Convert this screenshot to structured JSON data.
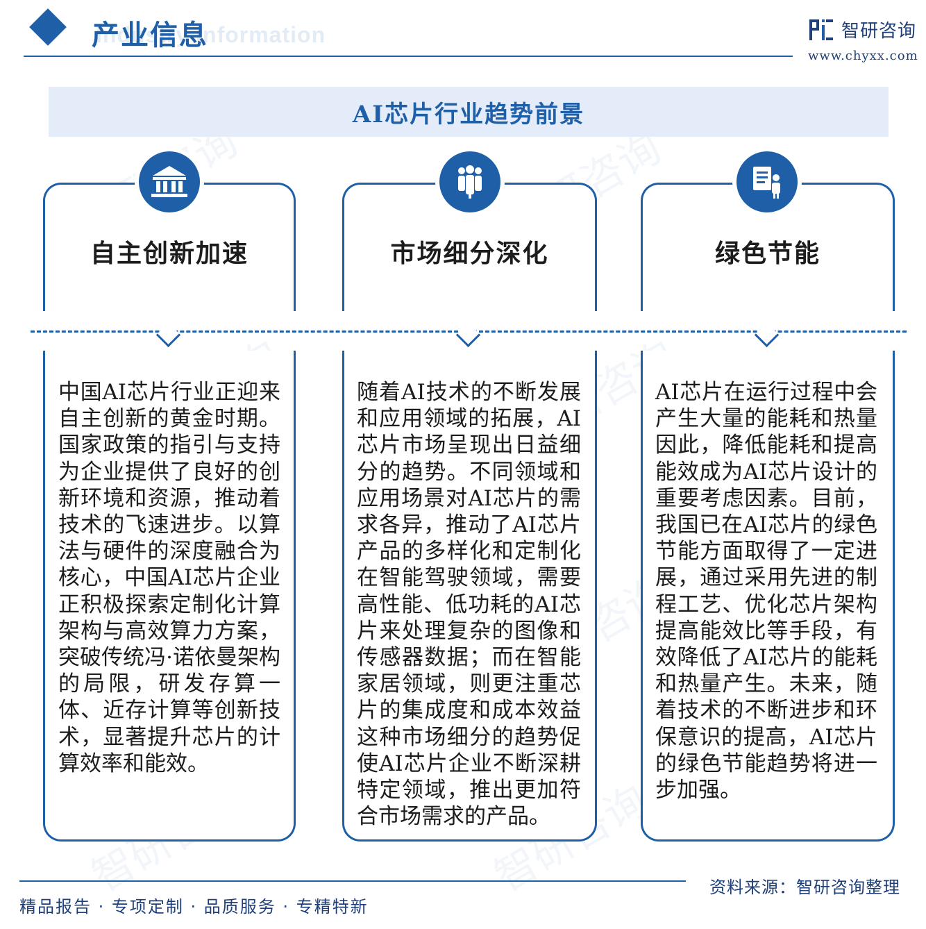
{
  "header": {
    "title": "产业信息",
    "title_en": "Industry Information",
    "logo_name": "智研咨询",
    "logo_url": "www.chyxx.com"
  },
  "banner": {
    "title": "AI芯片行业趋势前景"
  },
  "columns": [
    {
      "icon": "bank-icon",
      "title": "自主创新加速",
      "text": "中国AI芯片行业正迎来自主创新的黄金时期。国家政策的指引与支持为企业提供了良好的创新环境和资源，推动着技术的飞速进步。以算法与硬件的深度融合为核心，中国AI芯片企业正积极探索定制化计算架构与高效算力方案，突破传统冯·诺依曼架构的局限，研发存算一体、近存计算等创新技术，显著提升芯片的计算效率和能效。"
    },
    {
      "icon": "people-group-icon",
      "title": "市场细分深化",
      "text": "随着AI技术的不断发展和应用领域的拓展，AI芯片市场呈现出日益细分的趋势。不同领域和应用场景对AI芯片的需求各异，推动了AI芯片产品的多样化和定制化在智能驾驶领域，需要高性能、低功耗的AI芯片来处理复杂的图像和传感器数据；而在智能家居领域，则更注重芯片的集成度和成本效益这种市场细分的趋势促使AI芯片企业不断深耕特定领域，推出更加符合市场需求的产品。"
    },
    {
      "icon": "document-person-icon",
      "title": "绿色节能",
      "text": "AI芯片在运行过程中会产生大量的能耗和热量因此，降低能耗和提高能效成为AI芯片设计的重要考虑因素。目前，我国已在AI芯片的绿色节能方面取得了一定进展，通过采用先进的制程工艺、优化芯片架构提高能效比等手段，有效降低了AI芯片的能耗和热量产生。未来，随着技术的不断进步和环保意识的提高，AI芯片的绿色节能趋势将进一步加强。"
    }
  ],
  "footer": {
    "slogan": "精品报告 · 专项定制 · 品质服务 · 专精特新",
    "source": "资料来源：智研咨询整理"
  },
  "watermark": "智研咨询",
  "colors": {
    "primary": "#1e5fa8",
    "banner_bg": "#e3ecf8",
    "dark_text": "#1e3f7a"
  }
}
